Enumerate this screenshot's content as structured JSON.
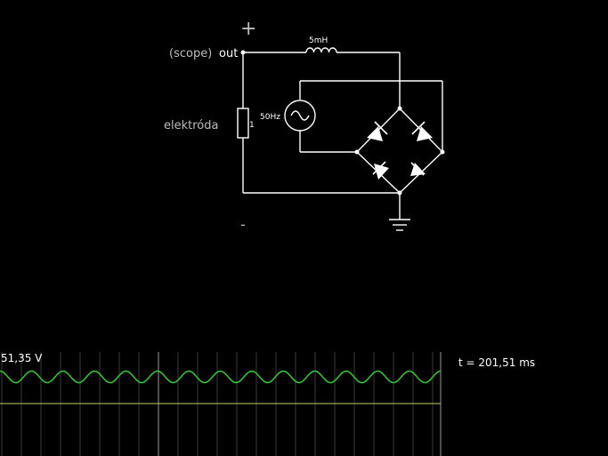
{
  "circuit": {
    "plus_terminal": "+",
    "minus_terminal": "-",
    "scope_label": "(scope)",
    "out_label": "out",
    "inductor_label": "5mH",
    "source_label": "50Hz",
    "resistor_label": "elektróda",
    "resistor_value": "1"
  },
  "scope": {
    "max_value": "51,35 V",
    "time_label": "t = 201,51 ms",
    "waveform_color": "#33cc33",
    "zero_line_color": "#cccc66",
    "cycles_visible": 14
  }
}
